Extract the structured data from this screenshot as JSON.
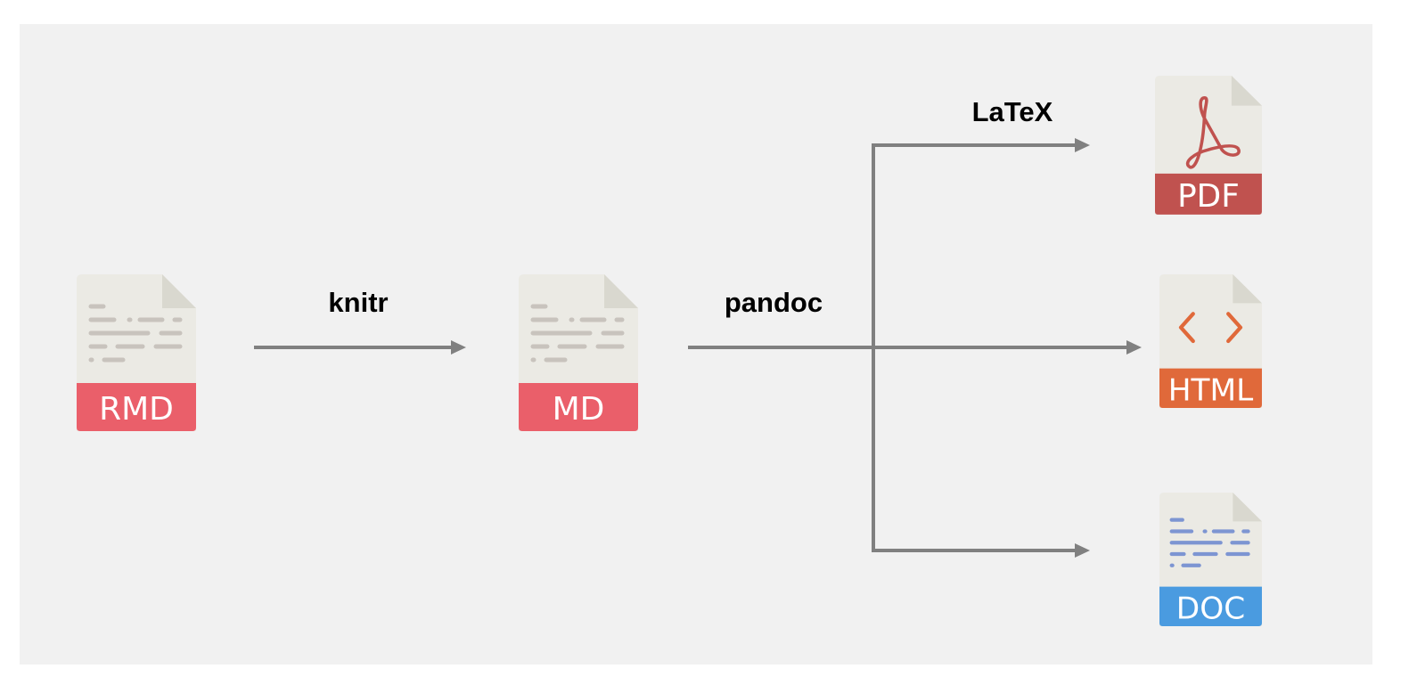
{
  "title": "R Markdown rendering pipeline",
  "labels": {
    "knitr": "knitr",
    "pandoc": "pandoc",
    "latex": "LaTeX"
  },
  "files": {
    "rmd": {
      "label": "RMD",
      "color": "#ea5f6a",
      "icon": "text-lines-icon"
    },
    "md": {
      "label": "MD",
      "color": "#ea5f6a",
      "icon": "text-lines-icon"
    },
    "pdf": {
      "label": "PDF",
      "color": "#c0524f",
      "icon": "acrobat-icon"
    },
    "html": {
      "label": "HTML",
      "color": "#e0693a",
      "icon": "code-brackets-icon"
    },
    "doc": {
      "label": "DOC",
      "color": "#4a9be0",
      "icon": "text-lines-icon"
    }
  },
  "colors": {
    "background": "#f1f1f1",
    "arrow": "#808080",
    "page": "#ebeae4",
    "fold": "#d9d8cf",
    "lines": "#c8c3bd",
    "doc_lines": "#7d95d2"
  }
}
